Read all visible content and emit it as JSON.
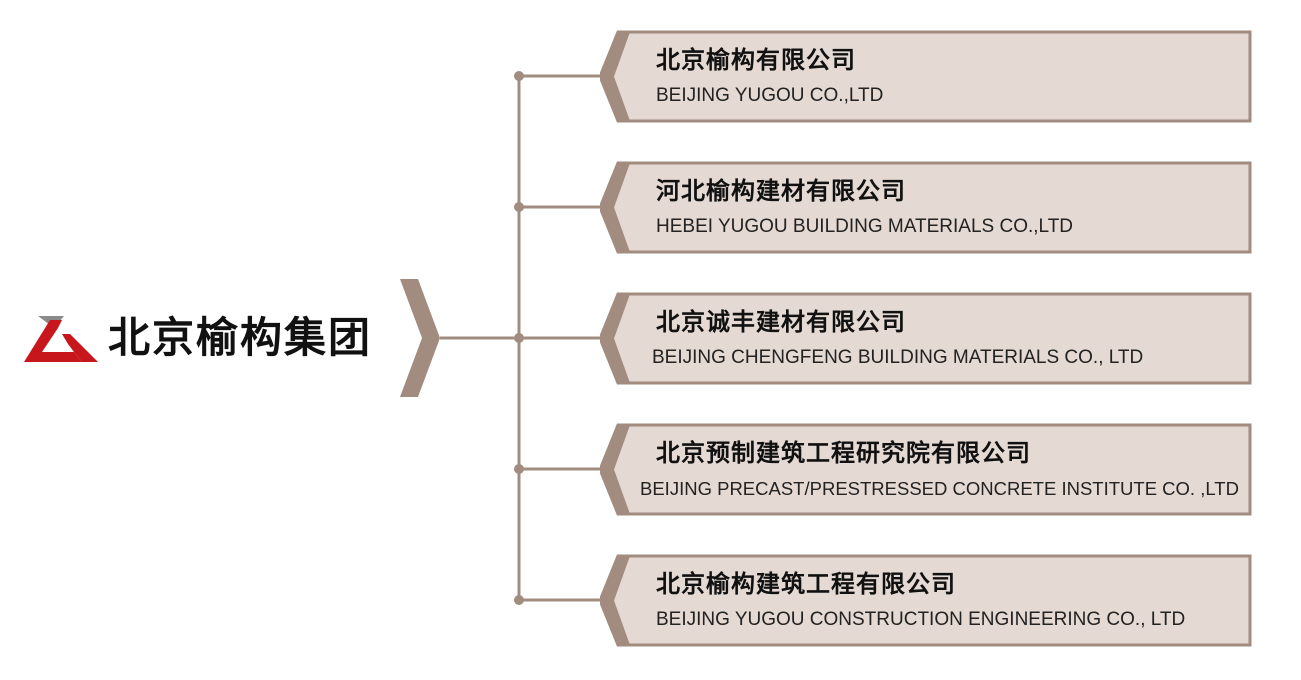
{
  "colors": {
    "connector": "#a28c80",
    "box_fill": "#e4d9d3",
    "box_border": "#a28c80",
    "logo_red": "#c8161d",
    "logo_gray": "#8a8a8a",
    "text": "#111111"
  },
  "group": {
    "logo_icon": "yugou-logo-icon",
    "name": "北京榆构集团"
  },
  "companies": [
    {
      "name_cn": "北京榆构有限公司",
      "name_en": "BEIJING YUGOU CO.,LTD"
    },
    {
      "name_cn": "河北榆构建材有限公司",
      "name_en": "HEBEI YUGOU BUILDING MATERIALS CO.,LTD"
    },
    {
      "name_cn": "北京诚丰建材有限公司",
      "name_en": "BEIJING CHENGFENG BUILDING MATERIALS CO., LTD"
    },
    {
      "name_cn": "北京预制建筑工程研究院有限公司",
      "name_en": "BEIJING PRECAST/PRESTRESSED CONCRETE INSTITUTE CO. ,LTD"
    },
    {
      "name_cn": "北京榆构建筑工程有限公司",
      "name_en": "BEIJING YUGOU CONSTRUCTION ENGINEERING CO., LTD"
    }
  ]
}
